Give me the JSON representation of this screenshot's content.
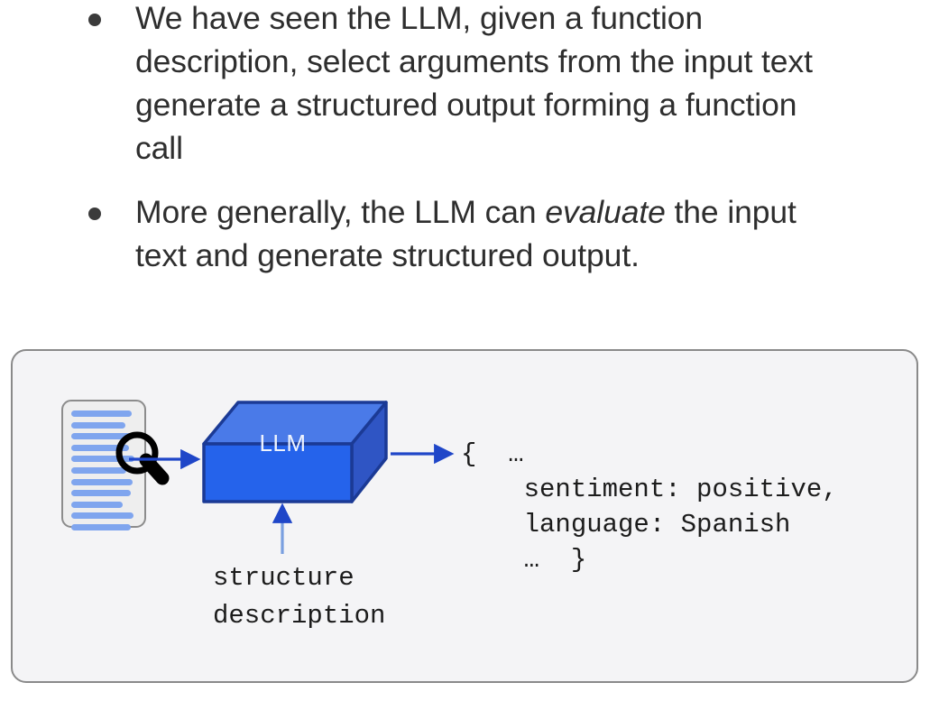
{
  "slide": {
    "background_color": "#ffffff",
    "text_color": "#2e2e2e"
  },
  "bullets": [
    {
      "marker": "bullet-dot",
      "text_before_em": "We have seen the LLM, given a function description, select arguments from the input text generate a structured output forming a function call",
      "em": "",
      "text_after_em": ""
    },
    {
      "marker": "bullet-dot",
      "text_before_em": "More generally, the LLM can ",
      "em": "evaluate",
      "text_after_em": " the input text and generate structured output."
    }
  ],
  "diagram": {
    "panel": {
      "fill": "#f4f4f6",
      "border_color": "#8a8a8a"
    },
    "document": {
      "name": "input-document",
      "fill": "#eeeeee",
      "line_color": "#7fa5ee",
      "line_count": 11
    },
    "magnifier": {
      "name": "magnifying-glass",
      "color": "#000000"
    },
    "llm_box": {
      "label": "LLM",
      "front_color": "#2563eb",
      "top_color": "#4a7ae8",
      "side_color": "#2f55c4",
      "stroke_color": "#1b3a95",
      "label_color": "#eef3fd"
    },
    "arrows": {
      "input_arrow_color": "#1f46c8",
      "output_arrow_color": "#1f46c8",
      "structure_arrow_color": "#7a9fe0"
    },
    "structure_label": "structure\ndescription",
    "output_json": "{  …\n    sentiment: positive,\n    language: Spanish\n    …  }"
  }
}
